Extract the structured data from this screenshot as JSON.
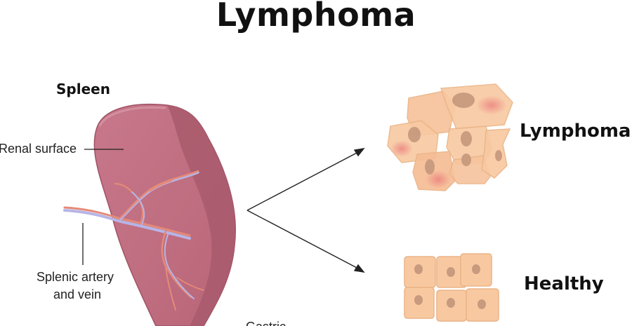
{
  "title": "Lymphoma",
  "organ_label": "Spleen",
  "callouts": {
    "renal_surface": "Renal surface",
    "splenic_vessels_line1": "Splenic artery",
    "splenic_vessels_line2": "and vein",
    "gastric_partial": "Gastric"
  },
  "outcomes": {
    "lymphoma": "Lymphoma",
    "healthy": "Healthy"
  },
  "colors": {
    "spleen": "#c97b8a",
    "spleen_dark": "#a85a6c",
    "artery": "#e58a78",
    "vein": "#b7b4e6",
    "cell_fill": "#f8c9a1",
    "cell_stroke": "#eab487",
    "nucleus": "#c89a7e",
    "inflammation": "#ea7a7a"
  }
}
